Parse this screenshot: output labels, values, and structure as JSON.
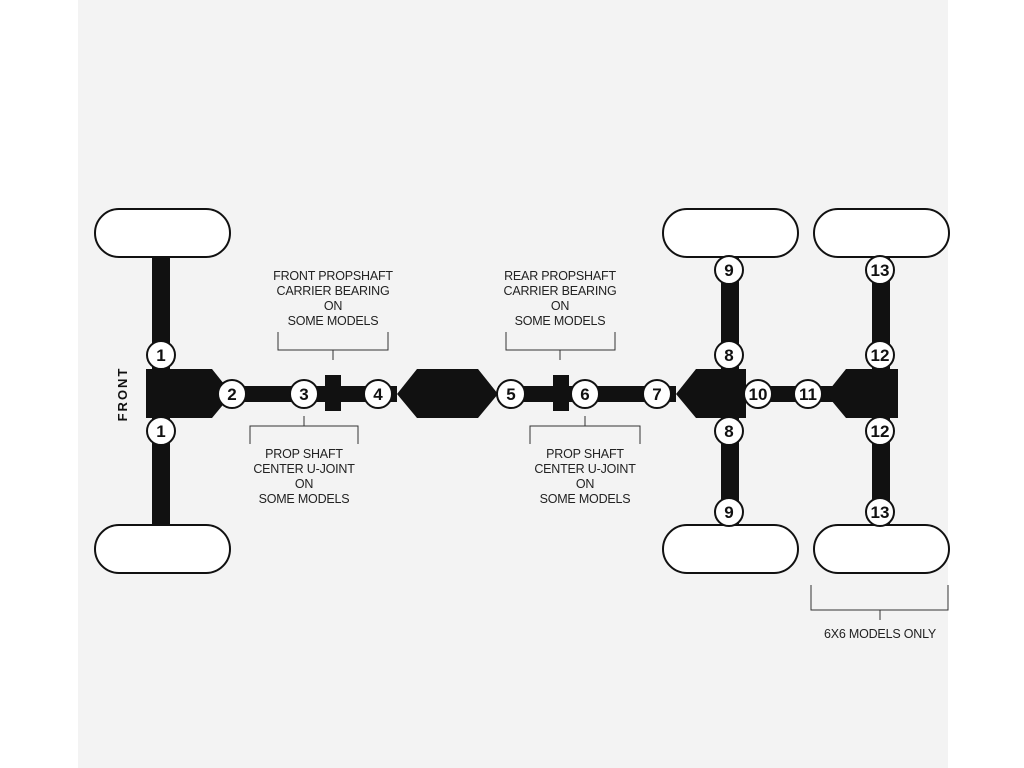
{
  "front_label": "FRONT",
  "points": [
    {
      "id": "p1a",
      "label": "1"
    },
    {
      "id": "p1b",
      "label": "1"
    },
    {
      "id": "p2",
      "label": "2"
    },
    {
      "id": "p3",
      "label": "3"
    },
    {
      "id": "p4",
      "label": "4"
    },
    {
      "id": "p5",
      "label": "5"
    },
    {
      "id": "p6",
      "label": "6"
    },
    {
      "id": "p7",
      "label": "7"
    },
    {
      "id": "p8a",
      "label": "8"
    },
    {
      "id": "p8b",
      "label": "8"
    },
    {
      "id": "p9a",
      "label": "9"
    },
    {
      "id": "p9b",
      "label": "9"
    },
    {
      "id": "p10",
      "label": "10"
    },
    {
      "id": "p11",
      "label": "11"
    },
    {
      "id": "p12a",
      "label": "12"
    },
    {
      "id": "p12b",
      "label": "12"
    },
    {
      "id": "p13a",
      "label": "13"
    },
    {
      "id": "p13b",
      "label": "13"
    }
  ],
  "callouts": {
    "front_carrier": [
      "FRONT PROPSHAFT",
      "CARRIER BEARING",
      "ON",
      "SOME MODELS"
    ],
    "rear_carrier": [
      "REAR PROPSHAFT",
      "CARRIER BEARING",
      "ON",
      "SOME MODELS"
    ],
    "front_ujoint": [
      "PROP SHAFT",
      "CENTER U-JOINT",
      "ON",
      "SOME MODELS"
    ],
    "rear_ujoint": [
      "PROP SHAFT",
      "CENTER U-JOINT",
      "ON",
      "SOME MODELS"
    ],
    "six_by_six": [
      "6X6 MODELS ONLY"
    ]
  }
}
